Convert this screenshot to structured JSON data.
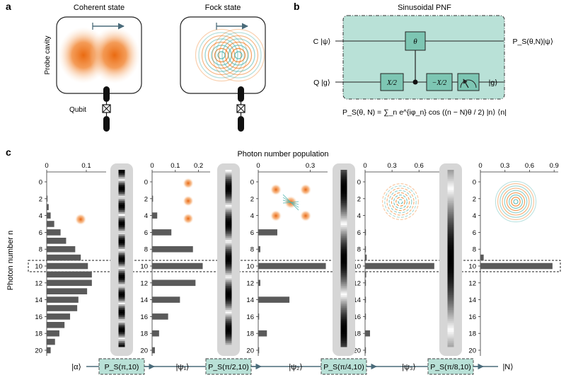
{
  "panel_a": {
    "letter": "a",
    "coherent_title": "Coherent state",
    "fock_title": "Fock state",
    "probe_cavity_label": "Probe cavity",
    "qubit_label": "Qubit"
  },
  "panel_b": {
    "letter": "b",
    "title": "Sinusoidal PNF",
    "c_input": "C |ψ⟩",
    "q_input": "Q |g⟩",
    "gate_theta": "θ",
    "gate_x2": "X/2",
    "gate_mx2": "−X/2",
    "q_output": "|g⟩",
    "c_output": "P_S(θ,N)|ψ⟩",
    "formula": "P_S(θ, N) = ∑_n e^{iφ_n} cos ((n − N)θ / 2) |n⟩ ⟨n|"
  },
  "panel_c": {
    "letter": "c",
    "x_title": "Photon number population",
    "y_label": "Photon number n",
    "y_ticks": [
      "0",
      "2",
      "4",
      "6",
      "8",
      "10",
      "12",
      "14",
      "16",
      "18",
      "20"
    ],
    "highlight_n": 10,
    "states": [
      "|α⟩",
      "|ψ₁⟩",
      "|ψ₂⟩",
      "|ψ₃⟩",
      "|N⟩"
    ],
    "operators": [
      "P_S(π,10)",
      "P_S(π/2,10)",
      "P_S(π/4,10)",
      "P_S(π/8,10)"
    ]
  },
  "chart_data": {
    "type": "bar",
    "orientation": "horizontal",
    "title": "Photon number population",
    "ylabel": "Photon number n",
    "categories": [
      0,
      1,
      2,
      3,
      4,
      5,
      6,
      7,
      8,
      9,
      10,
      11,
      12,
      13,
      14,
      15,
      16,
      17,
      18,
      19,
      20
    ],
    "series": [
      {
        "name": "|α⟩",
        "xlim": [
          0,
          0.15
        ],
        "x_ticks": [
          "0",
          "0.1"
        ],
        "values": [
          0.0,
          0.0,
          0.002,
          0.005,
          0.01,
          0.019,
          0.035,
          0.049,
          0.072,
          0.086,
          0.104,
          0.114,
          0.114,
          0.102,
          0.08,
          0.077,
          0.059,
          0.045,
          0.032,
          0.021,
          0.01
        ]
      },
      {
        "name": "|ψ₁⟩",
        "xlim": [
          0,
          0.25
        ],
        "x_ticks": [
          "0",
          "0.1",
          "0.2"
        ],
        "values": [
          0.0,
          0.0,
          0.004,
          0.0,
          0.022,
          0.0,
          0.083,
          0.0,
          0.176,
          0.0,
          0.218,
          0.0,
          0.187,
          0.0,
          0.12,
          0.0,
          0.069,
          0.0,
          0.03,
          0.0,
          0.012
        ]
      },
      {
        "name": "|ψ₂⟩",
        "xlim": [
          0,
          0.4
        ],
        "x_ticks": [
          "0",
          "0.3"
        ],
        "values": [
          0.0,
          0.0,
          0.0,
          0.0,
          0.0,
          0.0,
          0.11,
          0.0,
          0.012,
          0.0,
          0.39,
          0.0,
          0.012,
          0.0,
          0.18,
          0.0,
          0.005,
          0.0,
          0.05,
          0.0,
          0.005
        ]
      },
      {
        "name": "|ψ₃⟩",
        "xlim": [
          0,
          0.85
        ],
        "x_ticks": [
          "0",
          "0.3",
          "0.6"
        ],
        "values": [
          0.0,
          0.0,
          0.0,
          0.0,
          0.0,
          0.0,
          0.005,
          0.0,
          0.005,
          0.018,
          0.77,
          0.012,
          0.005,
          0.0,
          0.008,
          0.0,
          0.005,
          0.0,
          0.055,
          0.0,
          0.008
        ]
      },
      {
        "name": "|N⟩",
        "xlim": [
          0,
          0.95
        ],
        "x_ticks": [
          "0",
          "0.3",
          "0.6",
          "0.9"
        ],
        "values": [
          0.0,
          0.0,
          0.0,
          0.0,
          0.0,
          0.0,
          0.0,
          0.0,
          0.0,
          0.04,
          0.88,
          0.0,
          0.0,
          0.0,
          0.0,
          0.0,
          0.0,
          0.0,
          0.0,
          0.0,
          0.0
        ]
      }
    ],
    "colors": {
      "bar": "#5a5a5a",
      "cavity": "#f07a1e",
      "fringe": "#55b7b2",
      "gate_fill": "#7dc6b3",
      "op_fill": "#b9e1d7"
    }
  }
}
